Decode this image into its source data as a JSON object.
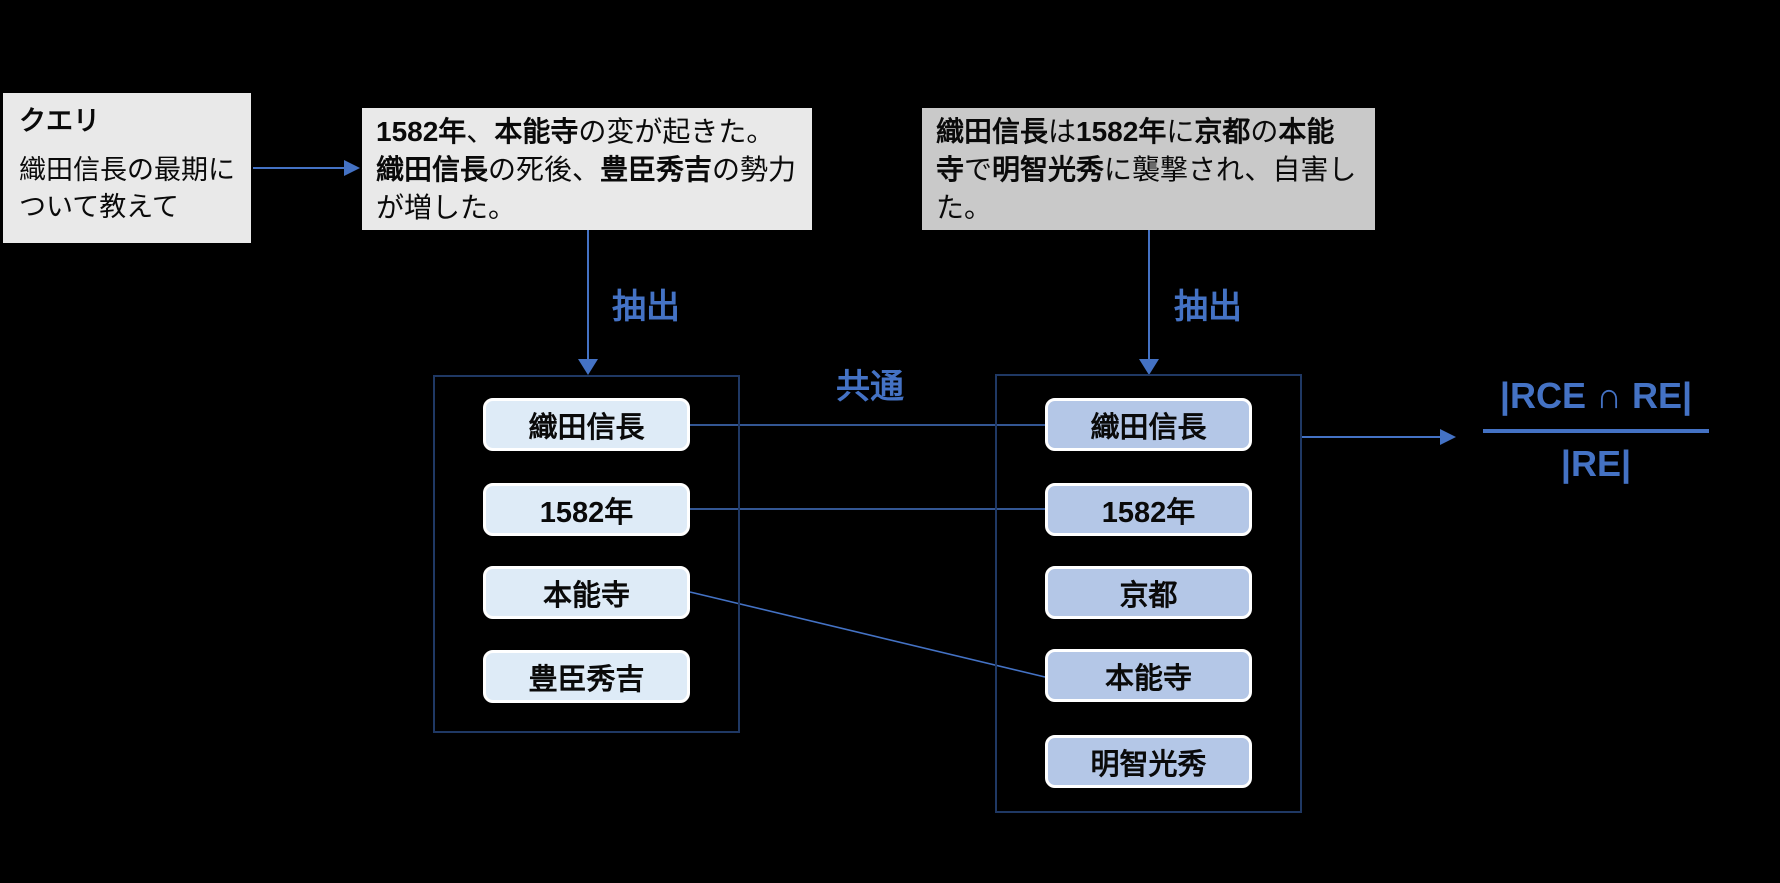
{
  "colors": {
    "background": "#000000",
    "accent_blue": "#4472C4",
    "container_border": "#1F3864",
    "left_pill_fill": "#DEEBF7",
    "right_pill_fill": "#B4C7E7",
    "query_box_bg": "#E9E9E9",
    "chunk_right_bg": "#C9C9C9"
  },
  "query": {
    "title": "クエリ",
    "body": "織田信長の最期について教えて"
  },
  "chunk_left": {
    "segments": [
      {
        "text": "1582年",
        "bold": true
      },
      {
        "text": "、",
        "bold": false
      },
      {
        "text": "本能寺",
        "bold": true
      },
      {
        "text": "の変が起きた。",
        "bold": false
      },
      {
        "text": "織田信長",
        "bold": true
      },
      {
        "text": "の死後、",
        "bold": false
      },
      {
        "text": "豊臣秀吉",
        "bold": true
      },
      {
        "text": "の勢力が増した。",
        "bold": false
      }
    ]
  },
  "chunk_right": {
    "segments": [
      {
        "text": "織田信長",
        "bold": true
      },
      {
        "text": "は",
        "bold": false
      },
      {
        "text": "1582年",
        "bold": true
      },
      {
        "text": "に",
        "bold": false
      },
      {
        "text": "京都",
        "bold": true
      },
      {
        "text": "の",
        "bold": false
      },
      {
        "text": "本能寺",
        "bold": true
      },
      {
        "text": "で",
        "bold": false
      },
      {
        "text": "明智光秀",
        "bold": true
      },
      {
        "text": "に襲撃され、自害した。",
        "bold": false
      }
    ]
  },
  "labels": {
    "extract_left": "抽出",
    "extract_right": "抽出",
    "common": "共通"
  },
  "left_entities": [
    "織田信長",
    "1582年",
    "本能寺",
    "豊臣秀吉"
  ],
  "right_entities": [
    "織田信長",
    "1582年",
    "京都",
    "本能寺",
    "明智光秀"
  ],
  "formula": {
    "numerator": "|RCE ∩ RE|",
    "denominator": "|RE|"
  }
}
